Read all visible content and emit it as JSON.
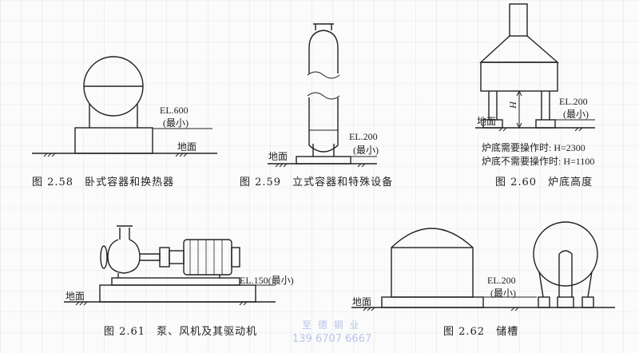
{
  "figures": [
    {
      "caption": "图 2.58　卧式容器和换热器",
      "el": "EL.600",
      "min": "(最小)",
      "ground": "地面"
    },
    {
      "caption": "图 2.59　立式容器和特殊设备",
      "el": "EL.200",
      "min": "(最小)",
      "ground": "地面"
    },
    {
      "caption": "图 2.60　炉底高度",
      "el": "EL.200",
      "min": "(最小)",
      "ground": "地面",
      "h_label": "H",
      "note1": "炉底需要操作时: H=2300",
      "note2": "炉底不需要操作时: H=1100"
    },
    {
      "caption": "图 2.61　泵、风机及其驱动机",
      "el": "EL.150(最小)",
      "ground": "地面"
    },
    {
      "caption": "图 2.62　储槽",
      "el": "EL.200",
      "min": "(最小)",
      "ground": "地面"
    }
  ],
  "watermark": {
    "line1": "至 德 钢 业",
    "line2": "139 6707 6667"
  }
}
